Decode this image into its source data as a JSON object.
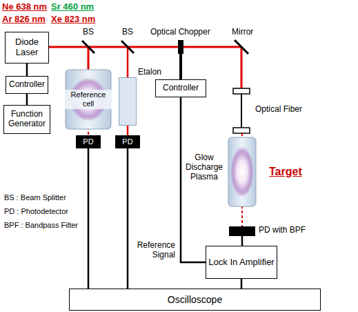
{
  "diagram": {
    "nodes": [
      {
        "text": [
          "Diode Laser"
        ]
      },
      {
        "text": [
          "Controller"
        ]
      },
      {
        "text": [
          "Function Generator"
        ]
      },
      {
        "text": [
          "Reference cell"
        ]
      },
      {
        "text": [
          "Etalon"
        ]
      },
      {
        "text": [
          "PD"
        ]
      },
      {
        "text": [
          "PD"
        ]
      },
      {
        "text": [
          "Controller"
        ]
      },
      {
        "text": [
          "Glow Discharge Plasma"
        ]
      },
      {
        "text": [
          "PD with BPF"
        ]
      },
      {
        "text": [
          "Lock In Amplifier"
        ]
      },
      {
        "text": [
          "Oscilloscope"
        ]
      }
    ],
    "edges": [
      {
        "from": 0,
        "to": 1,
        "arrow": "none"
      },
      {
        "from": 1,
        "to": 2,
        "arrow": "none"
      },
      {
        "from": 5,
        "to": 11,
        "arrow": "none"
      },
      {
        "from": 6,
        "to": 11,
        "arrow": "none"
      },
      {
        "from": 7,
        "to": 10,
        "label": "Reference Signal",
        "arrow": "none"
      },
      {
        "from": 9,
        "to": 10,
        "arrow": "none"
      },
      {
        "from": 10,
        "to": 11,
        "arrow": "none"
      }
    ],
    "labels": [
      "Ne 638 nm",
      "Sr 460 nm",
      "Ar 826 nm",
      "Xe 823 nm",
      "BS",
      "BS",
      "Optical Chopper",
      "Mirror",
      "Optical Fiber",
      "Target",
      "BS : Beam Splitter",
      "PD : Photodetector",
      "BPF : Bandpass Filter"
    ]
  }
}
